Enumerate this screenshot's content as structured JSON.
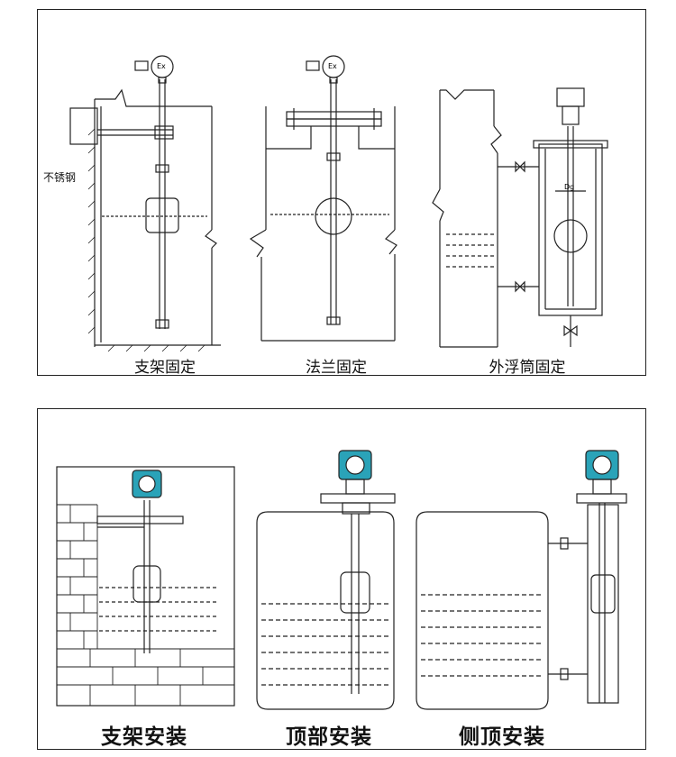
{
  "top_panel": {
    "captions": [
      "支架固定",
      "法兰固定",
      "外浮筒固定"
    ],
    "material_note": "不锈钢",
    "device_mark": "Ex",
    "dimension_mark": "Dg"
  },
  "bottom_panel": {
    "captions": [
      "支架安装",
      "顶部安装",
      "侧顶安装"
    ]
  },
  "colors": {
    "transmitter": "#2aa3b8",
    "line": "#222222",
    "liquid": "#555555"
  }
}
